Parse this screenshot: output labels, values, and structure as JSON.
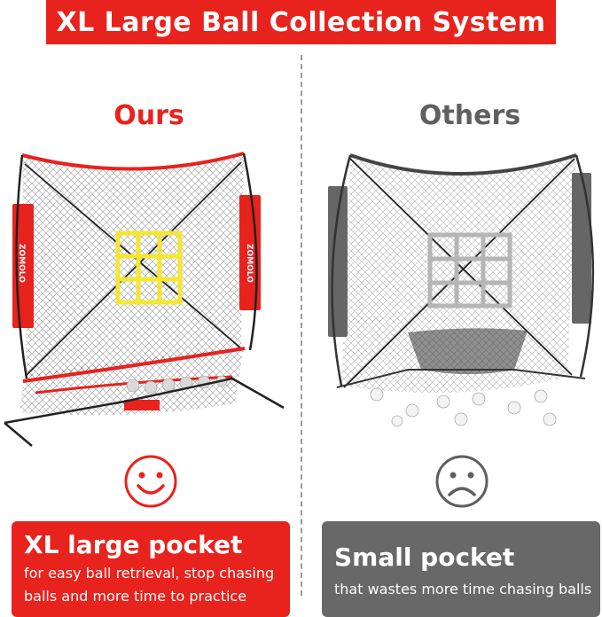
{
  "banner": {
    "title": "XL Large Ball Collection System"
  },
  "ours": {
    "title": "Ours",
    "brand": "ZOMOLO",
    "face_icon": "smiley-face-icon",
    "headline": "XL large pocket",
    "description": "for easy ball retrieval, stop chasing balls and more time to practice"
  },
  "others": {
    "title": "Others",
    "face_icon": "sad-face-icon",
    "headline": "Small pocket",
    "description": "that wastes more time chasing balls"
  },
  "colors": {
    "accent_red": "#e8221d",
    "gray": "#686868",
    "target_yellow": "#f5e633"
  }
}
